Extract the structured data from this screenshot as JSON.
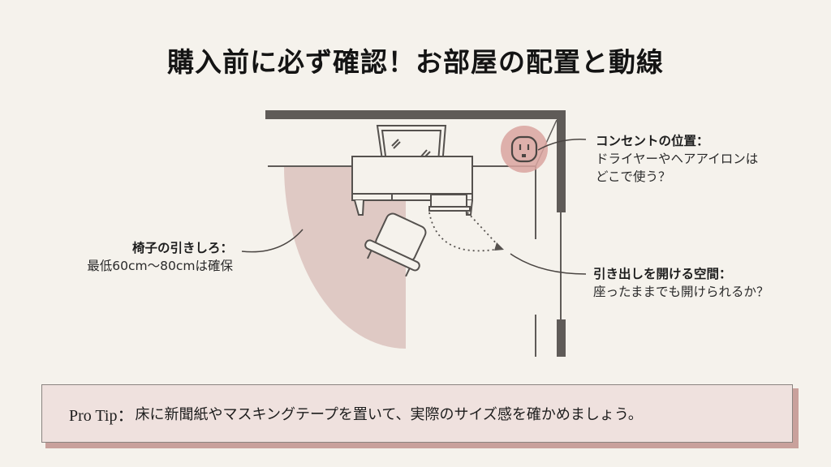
{
  "title": "購入前に必ず確認！お部屋の配置と動線",
  "colors": {
    "background": "#f5f2ec",
    "wall": "#5f5b58",
    "line": "#55514e",
    "zone": "#dfc9c4",
    "outlet_highlight": "#d9a5a0",
    "tip_background": "#efe1de",
    "tip_shadow": "#c9a19c"
  },
  "annotations": {
    "outlet": {
      "heading": "コンセントの位置：",
      "line1": "ドライヤーやヘアアイロンは",
      "line2": "どこで使う？"
    },
    "chair_clearance": {
      "heading": "椅子の引きしろ：",
      "line1": "最低60cm～80cmは確保"
    },
    "drawer_space": {
      "heading": "引き出しを開ける空間：",
      "line1": "座ったままでも開けられるか？"
    }
  },
  "diagram_elements": {
    "icons": [
      "wall",
      "vanity-desk",
      "mirror",
      "drawer",
      "chair",
      "outlet-icon",
      "door",
      "drawer-swing-arrow",
      "chair-clearance-zone"
    ]
  },
  "pro_tip": {
    "label": "Pro Tip：",
    "text": "床に新聞紙やマスキングテープを置いて、実際のサイズ感を確かめましょう。"
  }
}
